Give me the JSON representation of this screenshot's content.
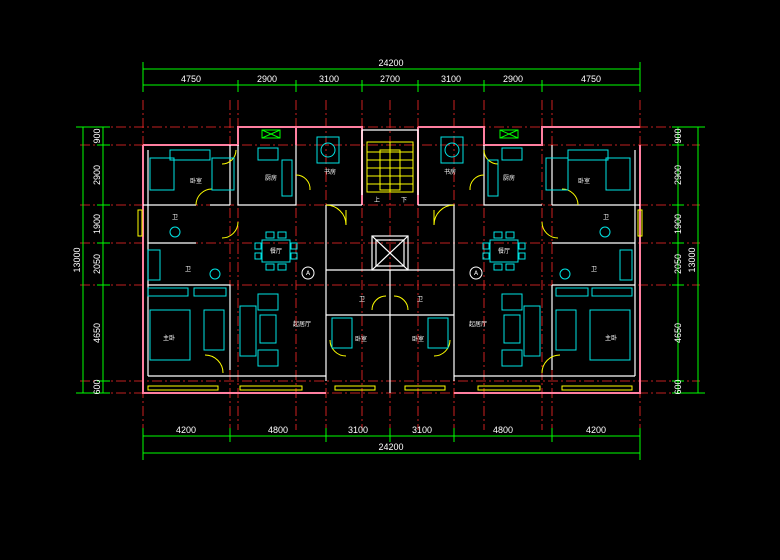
{
  "dimensions": {
    "top_total": "24200",
    "top": [
      "4750",
      "2900",
      "3100",
      "2700",
      "3100",
      "2900",
      "4750"
    ],
    "bottom": [
      "4200",
      "4800",
      "3100",
      "3100",
      "4800",
      "4200"
    ],
    "bottom_total": "24200",
    "left": [
      "900",
      "2900",
      "1900",
      "2050",
      "4650",
      "600"
    ],
    "left_total": "13000",
    "right": [
      "900",
      "2900",
      "1900",
      "2050",
      "4650",
      "600"
    ],
    "right_total": "13000"
  },
  "rooms": {
    "bedroom_a": "卧室",
    "kitchen": "厨房",
    "study": "书房",
    "bath": "卫",
    "dining": "餐厅",
    "master_bedroom": "主卧",
    "living": "起居厅",
    "bedroom_b": "卧室",
    "stair_up": "上",
    "stair_down": "下",
    "axis_a": "A"
  },
  "colors": {
    "background": "#000000",
    "axis": "#ff2a2a",
    "dimension": "#00ff00",
    "wall": "#ff7fa0",
    "door": "#ffff00",
    "furniture": "#00e5e5",
    "text": "#ffffff"
  }
}
